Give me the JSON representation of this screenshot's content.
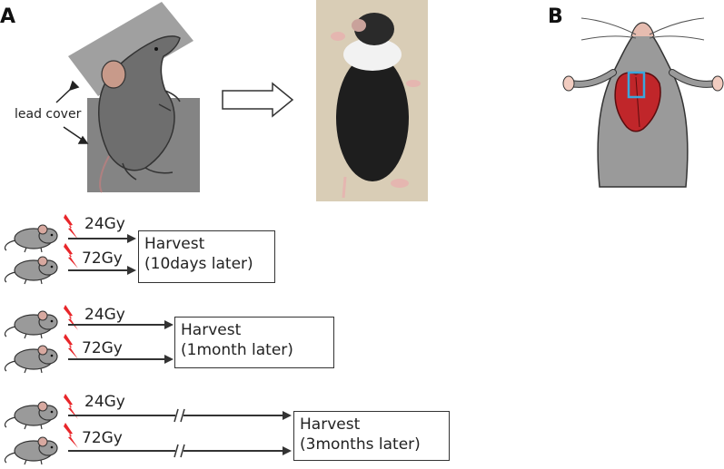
{
  "panels": {
    "a": {
      "letter": "A"
    },
    "b": {
      "letter": "B"
    }
  },
  "shielding": {
    "label": "lead cover"
  },
  "groups": [
    {
      "dose_1": "24Gy",
      "dose_2": "72Gy",
      "harvest_title": "Harvest",
      "harvest_time": "(10days later)"
    },
    {
      "dose_1": "24Gy",
      "dose_2": "72Gy",
      "harvest_title": "Harvest",
      "harvest_time": "(1month later)"
    },
    {
      "dose_1": "24Gy",
      "dose_2": "72Gy",
      "harvest_title": "Harvest",
      "harvest_time": "(3months later)"
    }
  ],
  "colors": {
    "mouse_fill": "#9a9a9a",
    "mouse_dark": "#5f5f5f",
    "lead_cover": "#8c8c8c",
    "lightning": "#e8262a",
    "salivary_gland": "#c0262a",
    "biopsy_marker": "#3ba6dc"
  },
  "icons": {
    "lightning": "lightning-bolt-icon",
    "arrow": "right-arrow-icon",
    "axis_break": "axis-break-icon"
  }
}
